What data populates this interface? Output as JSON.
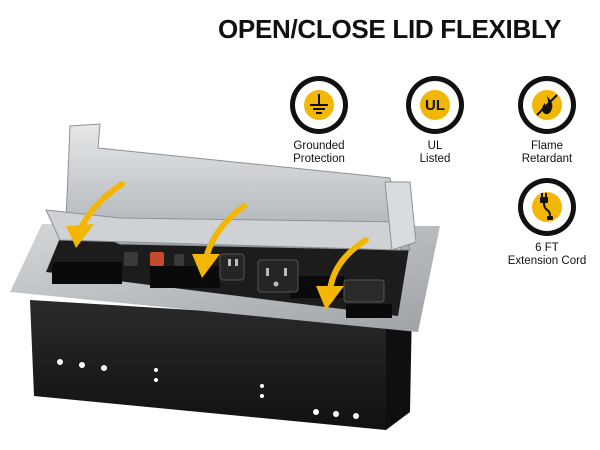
{
  "headline": "OPEN/CLOSE LID FLEXIBLY",
  "colors": {
    "accent": "#F2B705",
    "icon_ring": "#111111",
    "panel_silver": "#BFC3C7",
    "body_black": "#1A1A1A"
  },
  "features": [
    {
      "icon": "grounded-icon",
      "label": "Grounded\nProtection"
    },
    {
      "icon": "ul-listed-icon",
      "label": "UL\nListed"
    },
    {
      "icon": "flame-retardant-icon",
      "label": "Flame\nRetardant"
    },
    {
      "icon": "extension-cord-icon",
      "label": "6 FT\nExtension Cord"
    }
  ],
  "product": {
    "ul_mark": "UL"
  }
}
